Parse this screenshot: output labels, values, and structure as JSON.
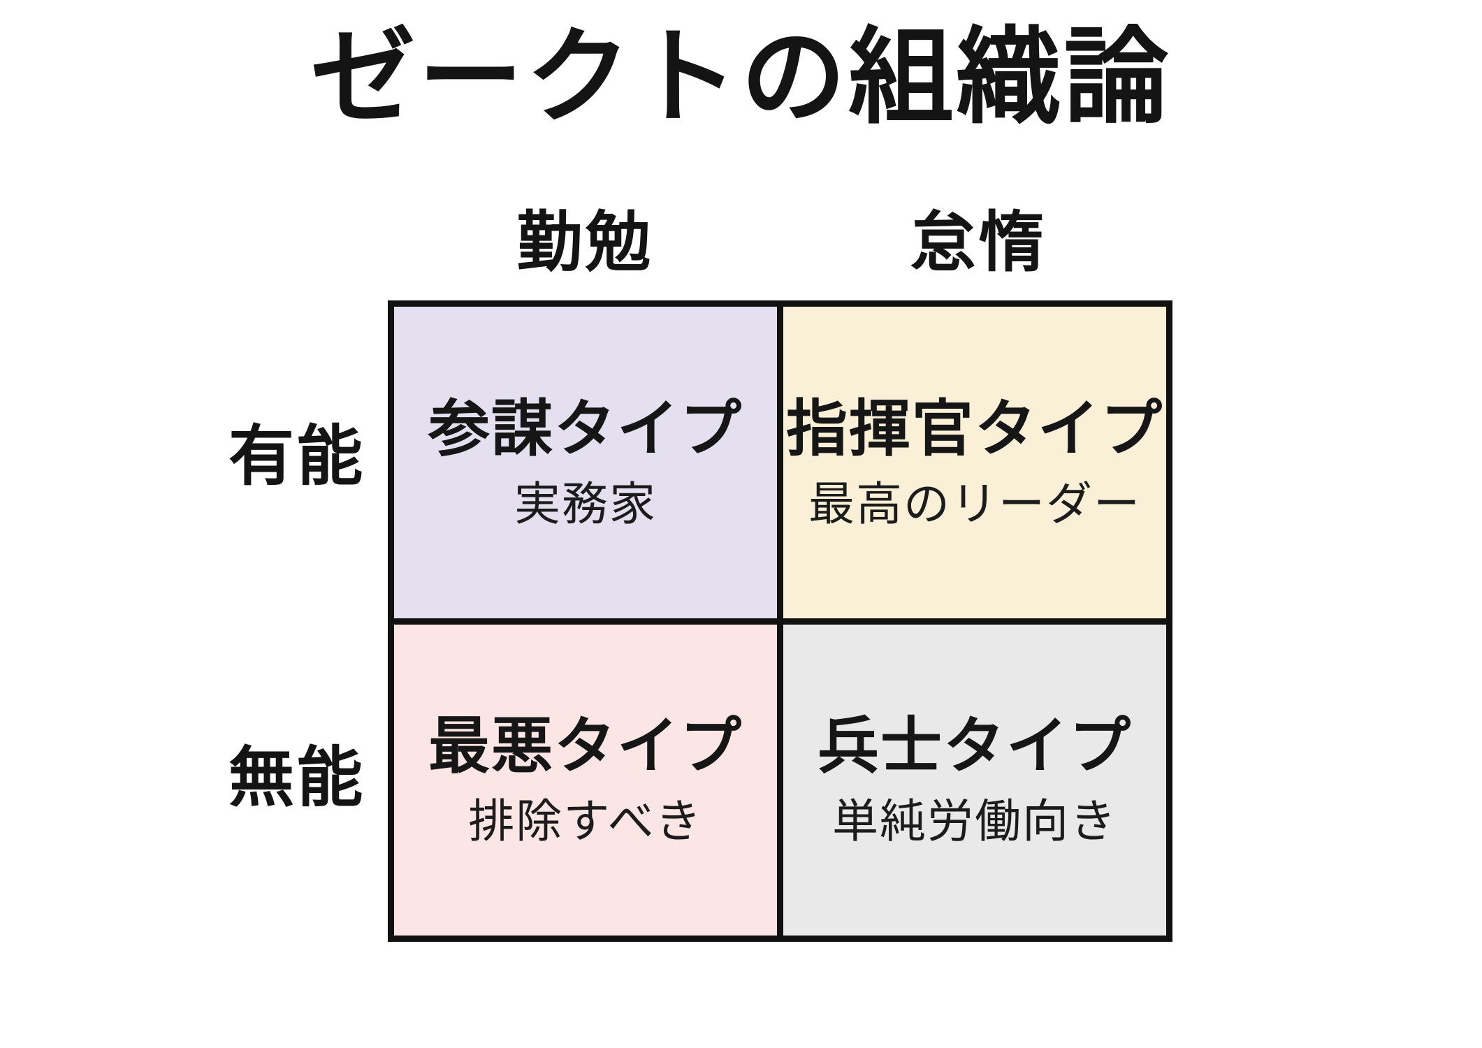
{
  "title": "ゼークトの組織論",
  "matrix": {
    "column_headers": [
      {
        "id": "diligent",
        "label": "勤勉"
      },
      {
        "id": "lazy",
        "label": "怠惰"
      }
    ],
    "row_headers": [
      {
        "id": "competent",
        "label": "有能"
      },
      {
        "id": "incompetent",
        "label": "無能"
      }
    ],
    "quadrants": [
      {
        "id": "staff-type",
        "label": "参謀タイプ",
        "subtitle": "実務家",
        "bg": "#e4e0f0"
      },
      {
        "id": "commander-type",
        "label": "指揮官タイプ",
        "subtitle": "最高のリーダー",
        "bg": "#faf0d7"
      },
      {
        "id": "worst-type",
        "label": "最悪タイプ",
        "subtitle": "排除すべき",
        "bg": "#fbe6e5"
      },
      {
        "id": "soldier-type",
        "label": "兵士タイプ",
        "subtitle": "単純労働向き",
        "bg": "#e8e9e8"
      }
    ]
  },
  "colors": {
    "page_background": "#ffffff",
    "text": "#141414",
    "grid_border": "#111111",
    "quadrant_staff_bg": "#e4e0f0",
    "quadrant_commander_bg": "#faf0d7",
    "quadrant_worst_bg": "#fbe6e5",
    "quadrant_soldier_bg": "#e8e9e8"
  }
}
